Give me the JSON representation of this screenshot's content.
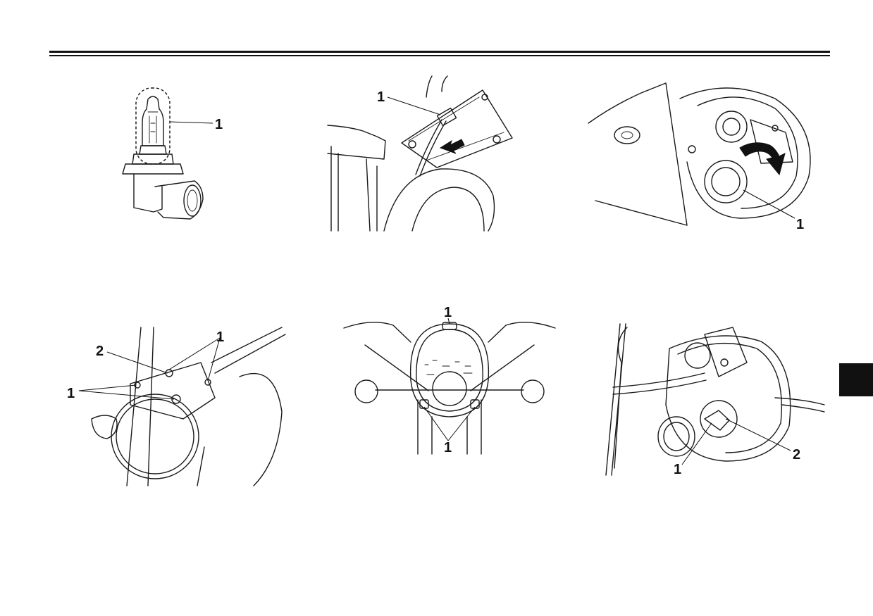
{
  "page": {
    "header_rule": "double-rule",
    "side_tab_color": "#111111"
  },
  "figures": [
    {
      "id": "fig-bulb",
      "callouts": {
        "c1": "1"
      }
    },
    {
      "id": "fig-coupler-disconnect",
      "callouts": {
        "c1": "1"
      }
    },
    {
      "id": "fig-bulb-holder-turn",
      "callouts": {
        "c1": "1"
      }
    },
    {
      "id": "fig-headlight-cover",
      "callouts": {
        "c1a": "1",
        "c1b": "1",
        "c2": "2"
      }
    },
    {
      "id": "fig-headlight-front",
      "callouts": {
        "c1a": "1",
        "c1b": "1"
      }
    },
    {
      "id": "fig-bulb-holder-connector",
      "callouts": {
        "c1": "1",
        "c2": "2"
      }
    }
  ]
}
